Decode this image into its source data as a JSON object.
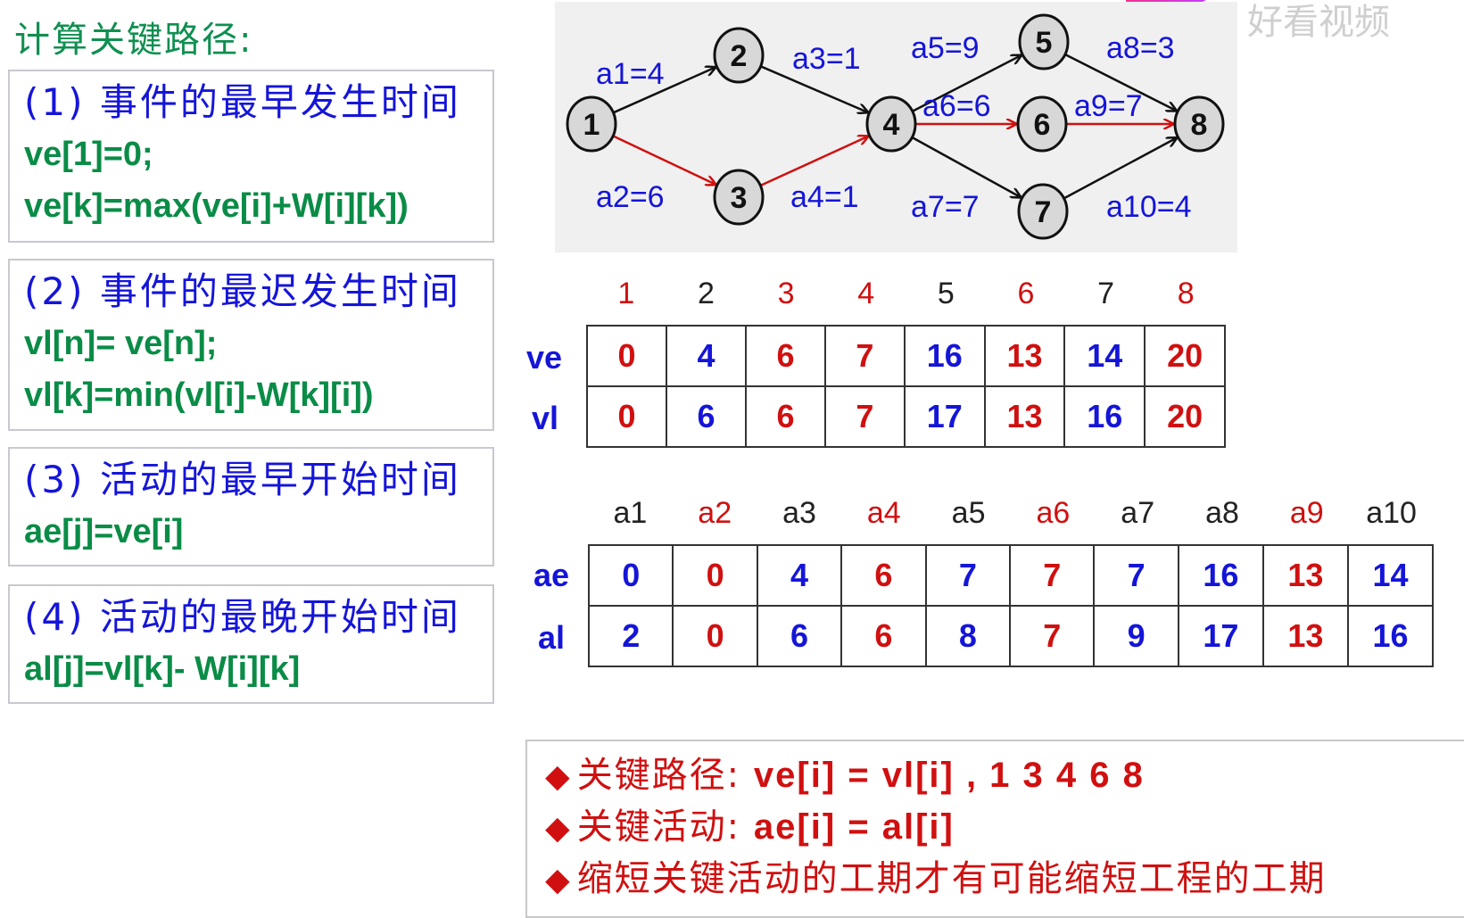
{
  "title": "计算关键路径:",
  "watermark": {
    "text": "好看视频",
    "colors": [
      "#ff2d6f",
      "#c73cff"
    ]
  },
  "colors": {
    "green": "#0a8c47",
    "blue": "#1515d8",
    "red": "#d01010"
  },
  "boxes": [
    {
      "heading": "(1) 事件的最早发生时间",
      "formulas": [
        "ve[1]=0;",
        "ve[k]=max(ve[i]+W[i][k])"
      ]
    },
    {
      "heading": "(2) 事件的最迟发生时间",
      "formulas": [
        "vl[n]= ve[n];",
        "vl[k]=min(vl[i]-W[k][i])"
      ]
    },
    {
      "heading": "(3) 活动的最早开始时间",
      "formulas": [
        "ae[j]=ve[i]"
      ]
    },
    {
      "heading": "(4) 活动的最晚开始时间",
      "formulas": [
        "al[j]=vl[k]- W[i][k]"
      ]
    }
  ],
  "graph": {
    "nodes": [
      "1",
      "2",
      "3",
      "4",
      "5",
      "6",
      "7",
      "8"
    ],
    "edges": [
      {
        "label": "a1=4",
        "from": "1",
        "to": "2",
        "critical": false
      },
      {
        "label": "a2=6",
        "from": "1",
        "to": "3",
        "critical": true
      },
      {
        "label": "a3=1",
        "from": "2",
        "to": "4",
        "critical": false
      },
      {
        "label": "a4=1",
        "from": "3",
        "to": "4",
        "critical": true
      },
      {
        "label": "a5=9",
        "from": "4",
        "to": "5",
        "critical": false
      },
      {
        "label": "a6=6",
        "from": "4",
        "to": "6",
        "critical": true
      },
      {
        "label": "a7=7",
        "from": "4",
        "to": "7",
        "critical": false
      },
      {
        "label": "a8=3",
        "from": "5",
        "to": "8",
        "critical": false
      },
      {
        "label": "a9=7",
        "from": "6",
        "to": "8",
        "critical": true
      },
      {
        "label": "a10=4",
        "from": "7",
        "to": "8",
        "critical": false
      }
    ]
  },
  "event_table": {
    "headers": [
      "1",
      "2",
      "3",
      "4",
      "5",
      "6",
      "7",
      "8"
    ],
    "critical": [
      true,
      false,
      true,
      true,
      false,
      true,
      false,
      true
    ],
    "rows": [
      {
        "label": "ve",
        "values": [
          "0",
          "4",
          "6",
          "7",
          "16",
          "13",
          "14",
          "20"
        ]
      },
      {
        "label": "vl",
        "values": [
          "0",
          "6",
          "6",
          "7",
          "17",
          "13",
          "16",
          "20"
        ]
      }
    ]
  },
  "activity_table": {
    "headers": [
      "a1",
      "a2",
      "a3",
      "a4",
      "a5",
      "a6",
      "a7",
      "a8",
      "a9",
      "a10"
    ],
    "critical": [
      false,
      true,
      false,
      true,
      false,
      true,
      false,
      false,
      true,
      false
    ],
    "rows": [
      {
        "label": "ae",
        "values": [
          "0",
          "0",
          "4",
          "6",
          "7",
          "7",
          "7",
          "16",
          "13",
          "14"
        ]
      },
      {
        "label": "al",
        "values": [
          "2",
          "0",
          "6",
          "6",
          "8",
          "7",
          "9",
          "17",
          "13",
          "16"
        ]
      }
    ]
  },
  "conclusions": [
    {
      "text": "关键路径:",
      "math": "ve[i] = vl[i] ,  1  3  4  6  8"
    },
    {
      "text": "关键活动:",
      "math": "ae[i] = al[i]"
    },
    {
      "text": "缩短关键活动的工期才有可能缩短工程的工期",
      "math": ""
    }
  ]
}
